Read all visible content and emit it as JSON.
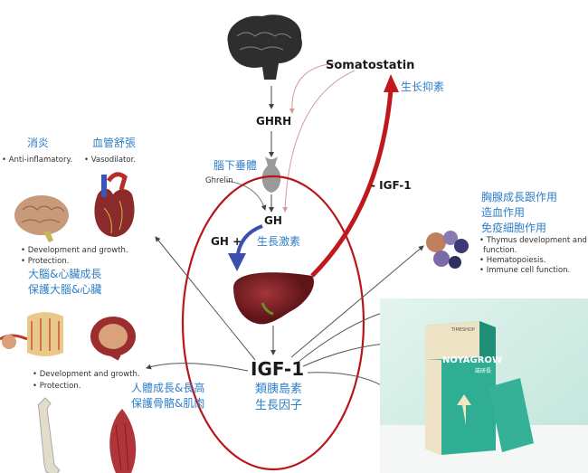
{
  "top": {
    "somatostatin": "Somatostatin",
    "somatostatin_zh": "生长抑素",
    "ghrh": "GHRH",
    "pituitary_zh": "腦下垂體",
    "ghrelin": "Ghrelin",
    "igf1_feedback": "- IGF-1",
    "gh": "GH",
    "gh_plus": "GH +",
    "gh_zh": "生長激素"
  },
  "center": {
    "igf1": "IGF-1",
    "igf1_zh_1": "類胰島素",
    "igf1_zh_2": "生長因子"
  },
  "left_top": {
    "anti_zh": "消炎",
    "anti_en": "• Anti-inflamatory.",
    "vaso_zh": "血管舒張",
    "vaso_en": "• Vasodilator.",
    "bullets": [
      "• Development and growth.",
      "• Protection."
    ],
    "zh_1": "大腦&心臟成長",
    "zh_2": "保護大腦&心臟"
  },
  "left_bottom": {
    "bullets": [
      "• Development and growth.",
      "• Protection."
    ],
    "zh_1": "人體成長&長高",
    "zh_2": "保護骨骼&肌肉"
  },
  "right": {
    "zh": [
      "胸腺成長跟作用",
      "造血作用",
      "免疫細胞作用"
    ],
    "bullets": [
      "• Thymus development and",
      "  function.",
      "• Hematopoiesis.",
      "• Immune cell function."
    ]
  },
  "product": {
    "brand": "TIMESHOP",
    "name": "NOYAGROW",
    "name_zh": "諾研長"
  },
  "colors": {
    "blue_text": "#2f7fc8",
    "red": "#c0191b",
    "gh_arrow": "#3a4fae",
    "product_bg": "#d4ede6",
    "box_green": "#2fae93",
    "box_cream": "#efe3c6"
  }
}
